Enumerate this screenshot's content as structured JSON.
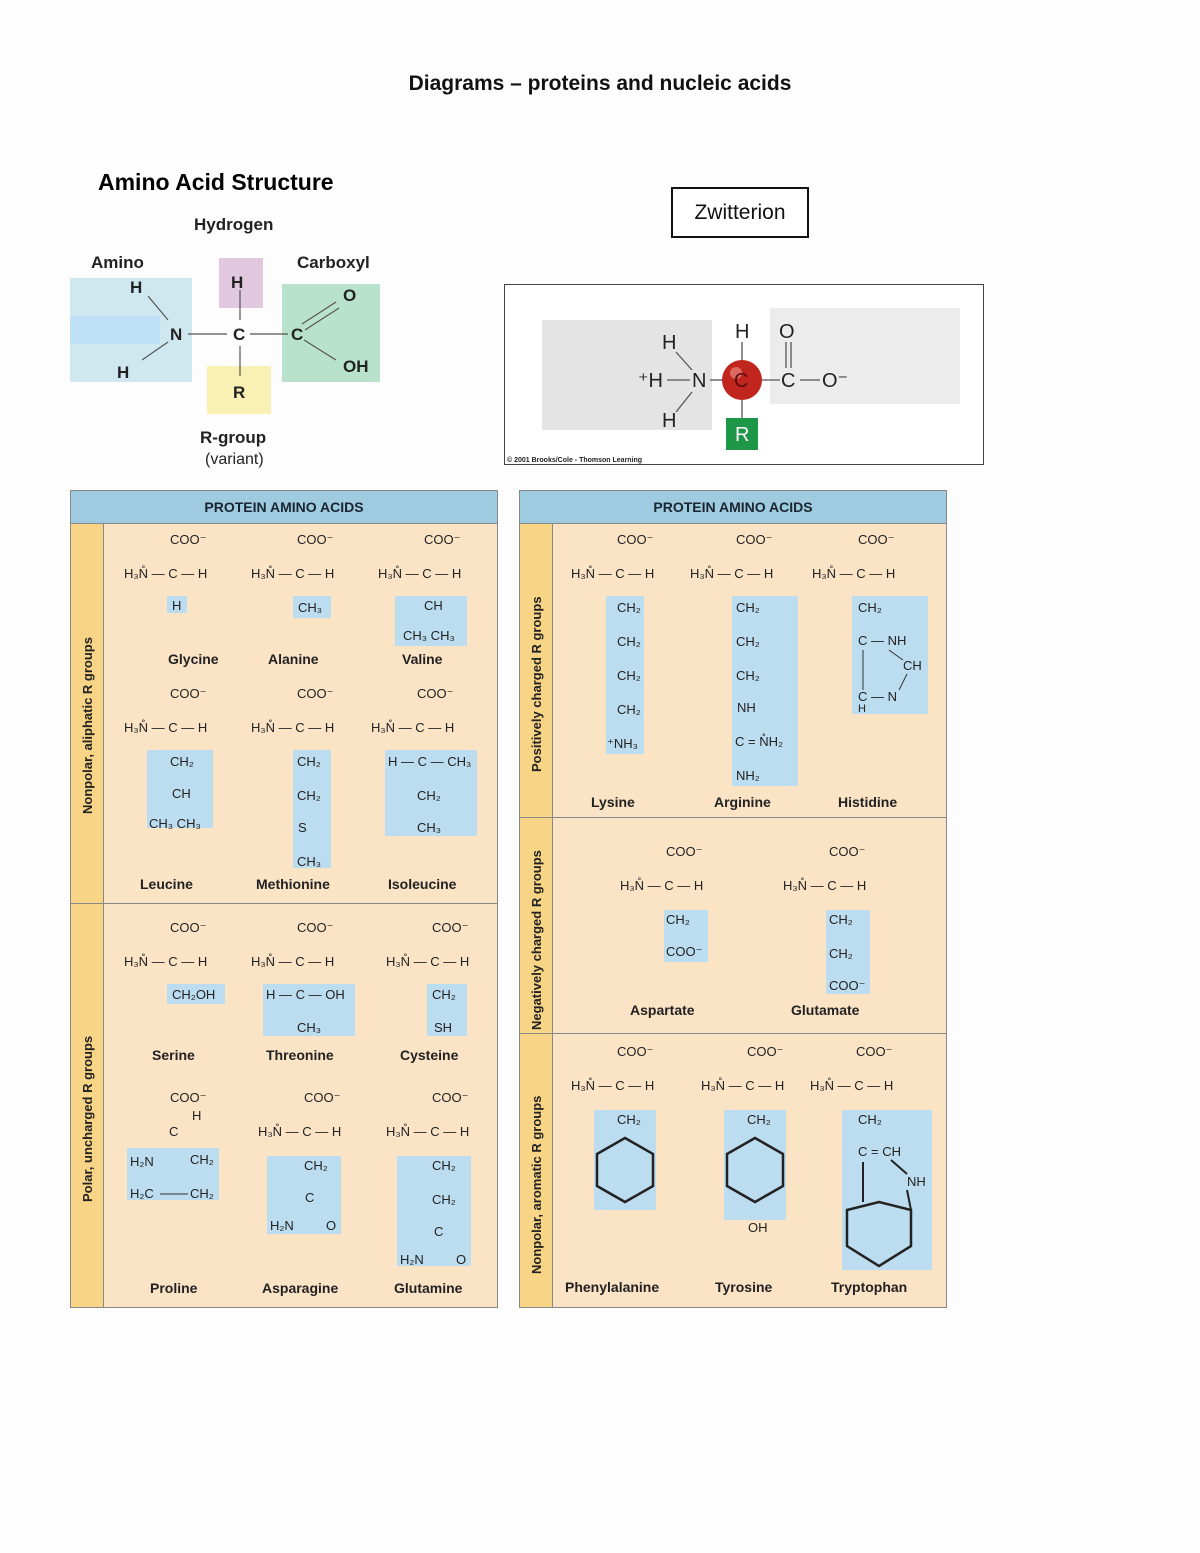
{
  "page_title": "Diagrams – proteins and nucleic acids",
  "amino_structure": {
    "title": "Amino Acid Structure",
    "hydrogen_label": "Hydrogen",
    "amino_label": "Amino",
    "carboxyl_label": "Carboxyl",
    "rgroup_label": "R-group",
    "variant_label": "(variant)",
    "atoms": {
      "h_top": "H",
      "h_amino_top": "H",
      "h_amino_bottom": "H",
      "n": "N",
      "c_alpha": "C",
      "c_carboxyl": "C",
      "o": "O",
      "oh": "OH",
      "r": "R"
    }
  },
  "zwitterion": {
    "label": "Zwitterion",
    "copyright": "© 2001 Brooks/Cole - Thomson Learning",
    "atoms": {
      "h1": "H",
      "nh3": "⁺H",
      "h3": "H",
      "n": "N",
      "c": "C",
      "h_top": "H",
      "o_top": "O",
      "c_carb": "C",
      "o_minus": "O⁻",
      "r": "R"
    }
  },
  "left_table": {
    "header": "PROTEIN AMINO ACIDS",
    "sections": [
      "Nonpolar, aliphatic R groups",
      "Polar, uncharged R groups"
    ],
    "acids": [
      "Glycine",
      "Alanine",
      "Valine",
      "Leucine",
      "Methionine",
      "Isoleucine",
      "Serine",
      "Threonine",
      "Cysteine",
      "Proline",
      "Asparagine",
      "Glutamine"
    ]
  },
  "right_table": {
    "header": "PROTEIN AMINO ACIDS",
    "sections": [
      "Positively charged R groups",
      "Negatively charged R groups",
      "Nonpolar, aromatic R groups"
    ],
    "acids": [
      "Lysine",
      "Arginine",
      "Histidine",
      "Aspartate",
      "Glutamate",
      "Phenylalanine",
      "Tyrosine",
      "Tryptophan"
    ]
  },
  "chem_labels": {
    "coo": "COO⁻",
    "backbone": "H₃N̊ — C — H",
    "h": "H",
    "ch3": "CH₃",
    "ch": "CH",
    "ch3ch3": "CH₃ CH₃",
    "ch2": "CH₂",
    "s": "S",
    "h_c_ch3": "H — C — CH₃",
    "ch2oh": "CH₂OH",
    "h_c_oh": "H — C — OH",
    "sh": "SH",
    "c": "C",
    "h2n": "H₂N",
    "o": "O",
    "h2c": "H₂C",
    "hn2": "H₂N",
    "nh3": "⁺NH₃",
    "nh": "NH",
    "c_nh2": "C = N̊H₂",
    "nh2": "NH₂",
    "c_nh": "C — NH",
    "c_n": "C — N",
    "c_ch": "C = CH",
    "oh": "OH"
  },
  "colors": {
    "tan": "#fbe3c6",
    "blue_header": "#9ecbe0",
    "side_band": "#f8d486",
    "r_highlight": "#bcdcef",
    "amino_box": "#cfe8f0",
    "hydrogen_box": "#e2c8df",
    "carboxyl_box": "#b9e2cd",
    "r_box": "#f9f1b3",
    "c_sphere": "#c0261d",
    "r_green": "#1e9748"
  }
}
